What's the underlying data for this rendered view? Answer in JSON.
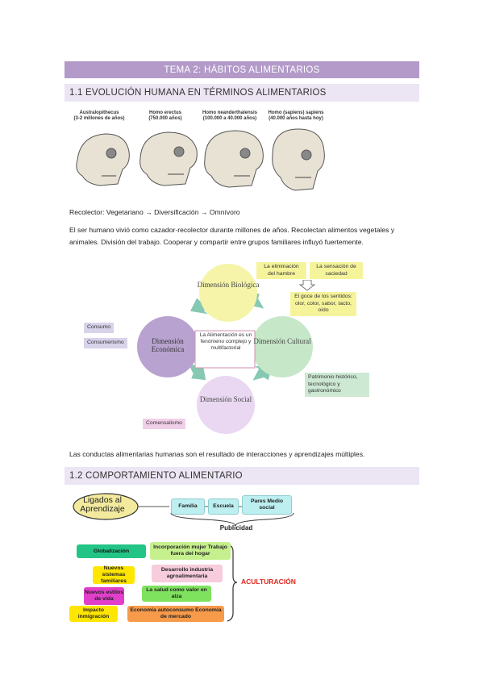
{
  "topic_title": "TEMA 2: HÁBITOS ALIMENTARIOS",
  "section1": {
    "title": "1.1 EVOLUCIÓN HUMANA EN TÉRMINOS ALIMENTARIOS",
    "skulls": [
      {
        "name": "Australopithecus",
        "period": "(3-2 millones de años)"
      },
      {
        "name": "Homo erectus",
        "period": "(750.000 años)"
      },
      {
        "name": "Homo neanderthalensis",
        "period": "(100.000 a 40.000 años)"
      },
      {
        "name": "Homo (sapiens) sapiens",
        "period": "(40.000 años hasta hoy)"
      }
    ],
    "recolector_line": "Recolector: Vegetariano → Diversificación → Omnívoro",
    "paragraph": "El ser humano vivió como cazador-recolector durante millones de años. Recolectan alimentos vegetales y animales. División del trabajo. Cooperar y compartir entre grupos familiares influyó fuertemente.",
    "diagram": {
      "center": "La Alimentación es un fenómeno complejo y multifactorial",
      "biologica": "Dimensión Biológica",
      "cultural": "Dimensión Cultural",
      "social": "Dimensión Social",
      "economica": "Dimensión Económica",
      "hambre": "La eliminación del hambre",
      "saciedad": "La sensación de saciedad",
      "goce": "El goce de los sentidos: olor, color, sabor, tacto, oído",
      "consumo": "Consumo",
      "consumerismo": "Consumerismo",
      "patrimonio": "Patrimonio histórico, tecnológico y gastronómico",
      "comensalismo": "Comensalismo"
    },
    "conclusion": "Las conductas alimentarias humanas son el resultado de interacciones y aprendizajes múltiples."
  },
  "section2": {
    "title": "1.2 COMPORTAMIENTO ALIMENTARIO",
    "ligados": "Ligados al Aprendizaje",
    "familia": "Familia",
    "escuela": "Escuela",
    "pares": "Pares Medio social",
    "publicidad": "Publicidad",
    "globalizacion": "Globalización",
    "incorporacion": "Incorporación mujer Trabajo fuera del hogar",
    "nuevos_sistemas": "Nuevos sistemas familiares",
    "desarrollo": "Desarrollo industria agroalimentaria",
    "nuevos_estilos": "Nuevos estilos de vida",
    "salud": "La salud como valor en alza",
    "impacto": "Impacto inmigración",
    "economia": "Economía autoconsumo Economía de mercado",
    "aculturacion": "ACULTURACIÓN"
  },
  "colors": {
    "topic_bar": "#b39ac9",
    "section_bar": "#ece5f3",
    "circle_purple": "#b8a2cf",
    "circle_yellow": "#f5f4a8",
    "circle_green": "#c6e7c8",
    "circle_lavender": "#ead8f2",
    "arrow_teal": "#86c9b3",
    "aculturacion_red": "#e0251b"
  }
}
